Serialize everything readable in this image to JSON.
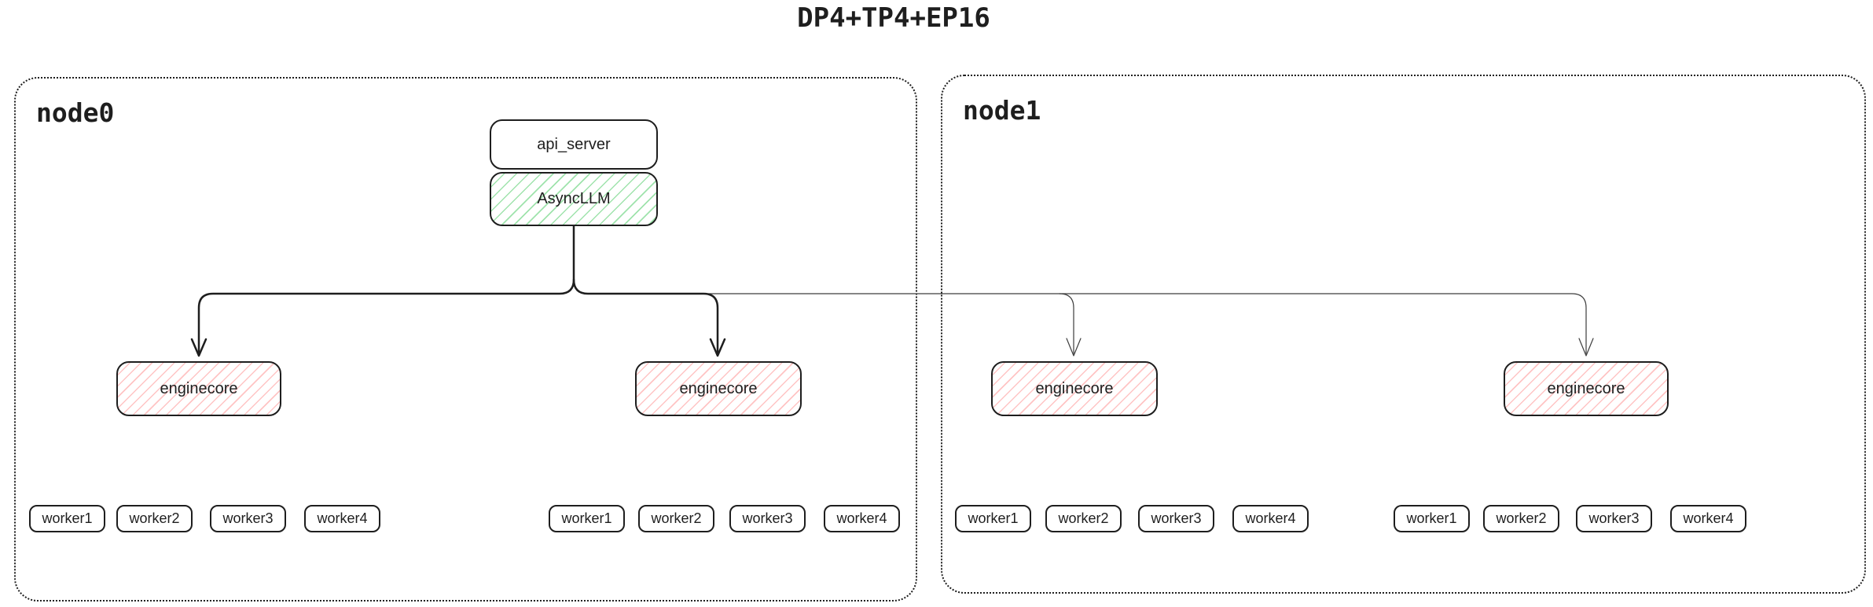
{
  "title": "DP4+TP4+EP16",
  "nodes": {
    "node0": {
      "label": "node0"
    },
    "node1": {
      "label": "node1"
    }
  },
  "boxes": {
    "api_server": "api_server",
    "asyncllm": "AsyncLLM"
  },
  "enginecores": [
    "enginecore",
    "enginecore",
    "enginecore",
    "enginecore"
  ],
  "worker_groups": [
    [
      "worker1",
      "worker2",
      "worker3",
      "worker4"
    ],
    [
      "worker1",
      "worker2",
      "worker3",
      "worker4"
    ],
    [
      "worker1",
      "worker2",
      "worker3",
      "worker4"
    ],
    [
      "worker1",
      "worker2",
      "worker3",
      "worker4"
    ]
  ],
  "colors": {
    "background": "#ffffff",
    "text": "#1e1e1e",
    "stroke": "#1e1e1e",
    "thin_line": "#3d3d3d",
    "green_hatch": "#9fe3ac",
    "pink_hatch": "#ffc4c4"
  }
}
